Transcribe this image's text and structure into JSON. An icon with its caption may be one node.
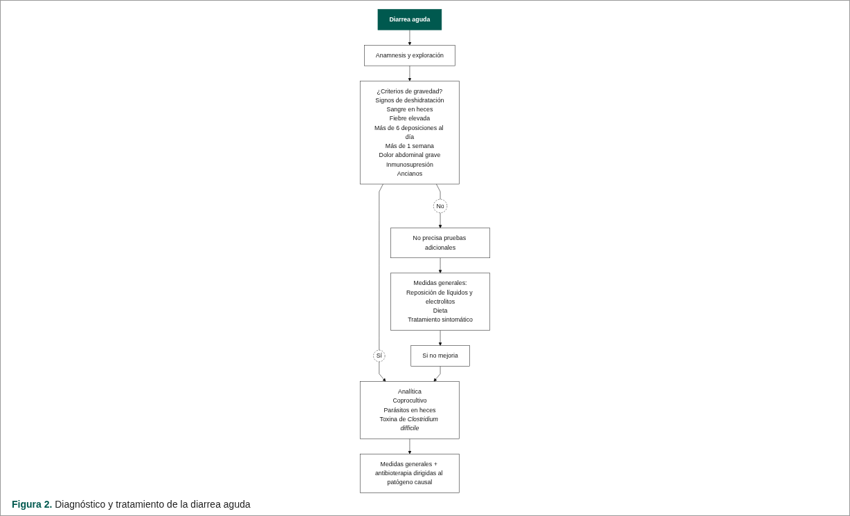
{
  "diagram": {
    "caption": "**Figura 2.** Diagnóstico y tratamiento de la diarrea aguda",
    "nodes": [
      {
        "text": [
          "Diarrea aguda"
        ]
      },
      {
        "text": [
          "Anamnesis y exploración"
        ]
      },
      {
        "text": [
          "¿Criterios de gravedad?",
          "Signos de deshidratación",
          "Sangre en heces",
          "Fiebre elevada",
          "Más de 6 deposiciones al día",
          "Más de 1 semana",
          "Dolor abdominal grave",
          "Inmunosupresión",
          "Ancianos"
        ]
      },
      {
        "text": [
          "Sí"
        ]
      },
      {
        "text": [
          "No"
        ]
      },
      {
        "text": [
          "Analítica",
          "Coprocultivo",
          "Parásitos en heces",
          "Toxina de *Clostridium difficile*"
        ]
      },
      {
        "text": [
          "No precisa pruebas adicionales"
        ]
      },
      {
        "text": [
          "Medidas generales + antibioterapia dirigidas al patógeno causal"
        ]
      },
      {
        "text": [
          "Si no mejoria"
        ]
      },
      {
        "text": [
          "Medidas generales:",
          "Reposición de líquidos y electrolitos",
          "Dieta",
          "Tratamiento sintomático"
        ]
      }
    ],
    "edges": [
      {
        "from": 0,
        "to": 1,
        "arrow": "to"
      },
      {
        "from": 1,
        "to": 2,
        "arrow": "to"
      },
      {
        "from": 2,
        "to": 3,
        "arrow": "none"
      },
      {
        "from": 3,
        "to": 5,
        "arrow": "to"
      },
      {
        "from": 2,
        "to": 4,
        "arrow": "none"
      },
      {
        "from": 4,
        "to": 6,
        "arrow": "to"
      },
      {
        "from": 5,
        "to": 7,
        "arrow": "to"
      },
      {
        "from": 6,
        "to": 9,
        "arrow": "to"
      },
      {
        "from": 9,
        "to": 8,
        "arrow": "to"
      },
      {
        "from": 8,
        "to": 5,
        "arrow": "to"
      }
    ]
  }
}
